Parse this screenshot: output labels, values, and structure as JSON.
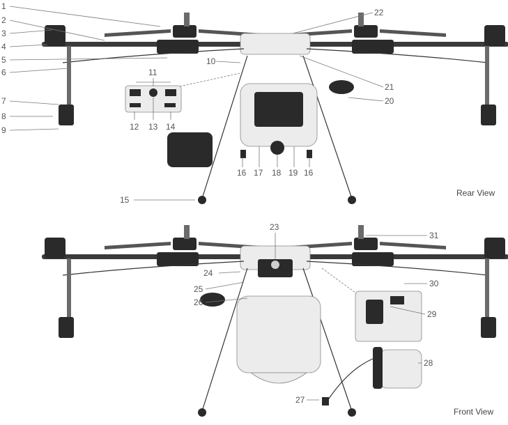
{
  "views": {
    "rear": "Rear View",
    "front": "Front View"
  },
  "callouts": [
    "1",
    "2",
    "3",
    "4",
    "5",
    "6",
    "7",
    "8",
    "9",
    "10",
    "11",
    "12",
    "13",
    "14",
    "15",
    "16",
    "17",
    "18",
    "19",
    "20",
    "21",
    "22",
    "23",
    "24",
    "25",
    "26",
    "27",
    "28",
    "29",
    "30",
    "31"
  ]
}
